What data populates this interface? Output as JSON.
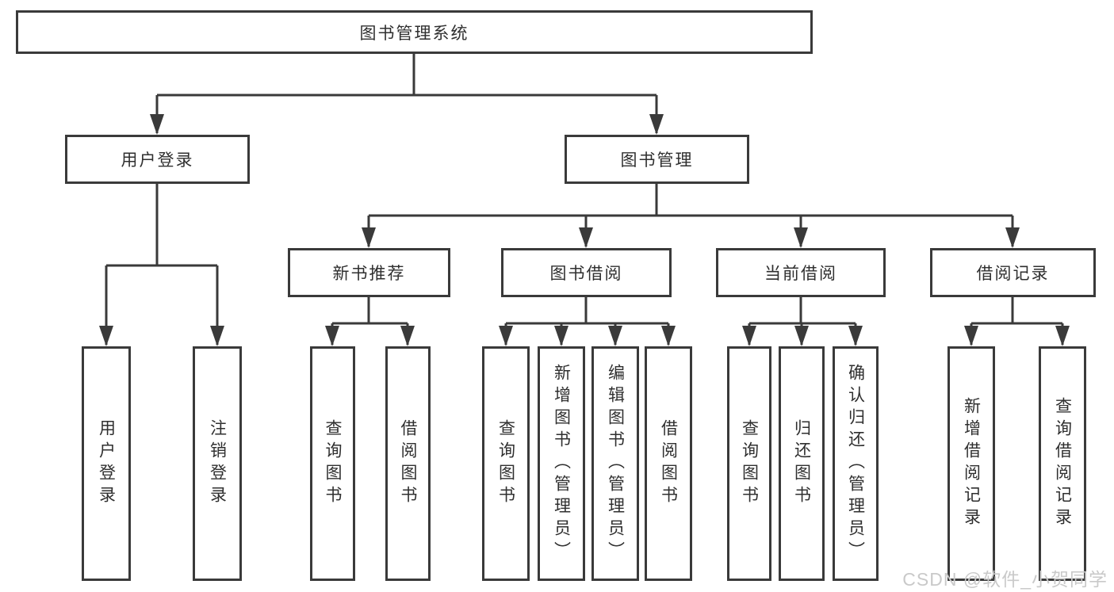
{
  "tree": {
    "root": "图书管理系统",
    "level2": [
      "用户登录",
      "图书管理"
    ],
    "level3": [
      "新书推荐",
      "图书借阅",
      "当前借阅",
      "借阅记录"
    ],
    "leaves": [
      "用户登录",
      "注销登录",
      "查询图书",
      "借阅图书",
      "查询图书",
      "新增图书（管理员）",
      "编辑图书（管理员）",
      "借阅图书",
      "查询图书",
      "归还图书",
      "确认归还（管理员）",
      "新增借阅记录",
      "查询借阅记录"
    ]
  },
  "watermark": "CSDN @软件_小贺同学",
  "colors": {
    "line": "#3a3a3a",
    "box_border": "#3a3a3a",
    "text": "#2f2f2f",
    "watermark": "#c9c9c9",
    "background": "#ffffff"
  }
}
